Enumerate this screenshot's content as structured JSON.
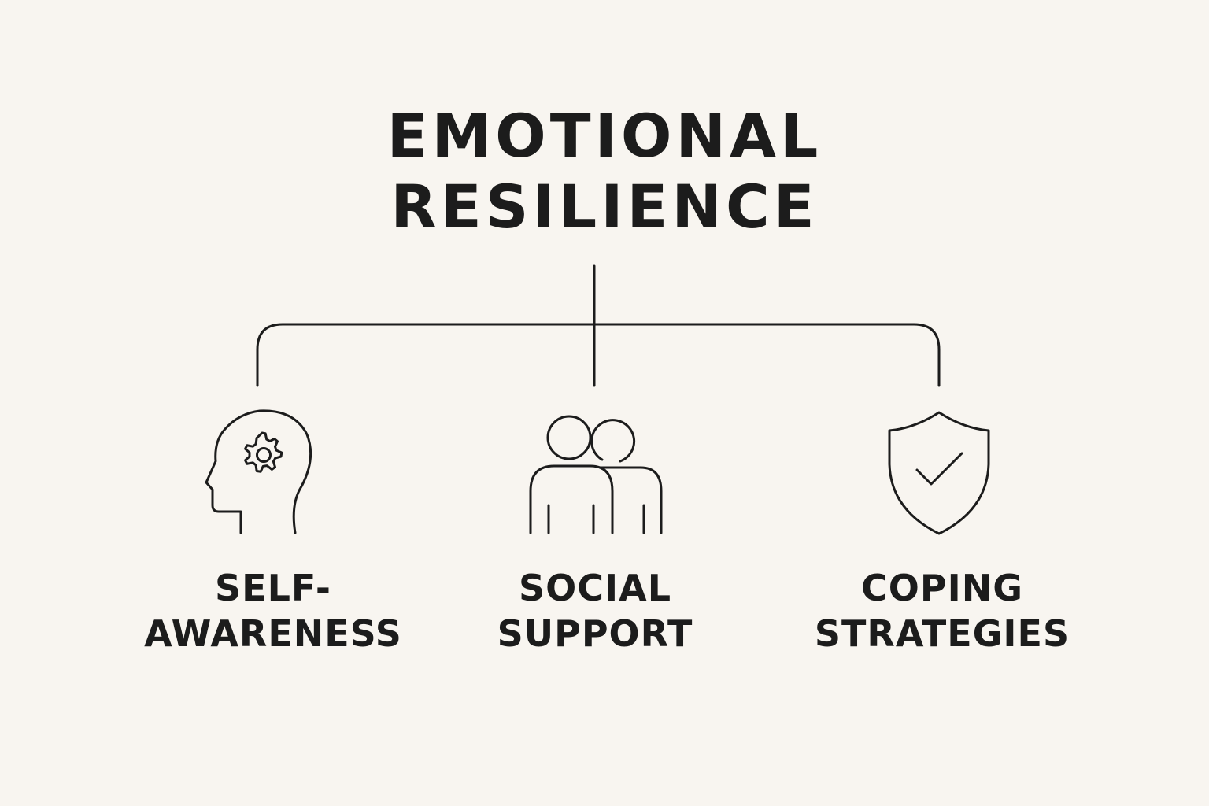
{
  "title": {
    "line1": "EMOTIONAL",
    "line2": "RESILIENCE"
  },
  "nodes": [
    {
      "icon": "head-gear-icon",
      "line1": "SELF-",
      "line2": "AWARENESS"
    },
    {
      "icon": "people-icon",
      "line1": "SOCIAL",
      "line2": "SUPPORT"
    },
    {
      "icon": "shield-check-icon",
      "line1": "COPING",
      "line2": "STRATEGIES"
    }
  ],
  "colors": {
    "background": "#f8f5f0",
    "ink": "#1c1c1c"
  }
}
